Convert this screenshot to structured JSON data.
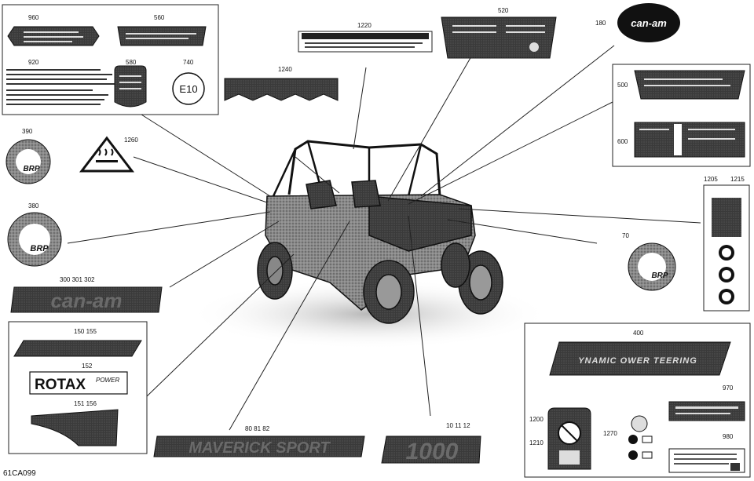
{
  "figure_id": "61CA099",
  "part_numbers": {
    "p960": "960",
    "p560": "560",
    "p920": "920",
    "p580": "580",
    "p740": "740",
    "p1220": "1220",
    "p520": "520",
    "p180": "180",
    "p1240": "1240",
    "p500": "500",
    "p600": "600",
    "p390": "390",
    "p1260": "1260",
    "p380": "380",
    "p1205": "1205",
    "p1215": "1215",
    "p70": "70",
    "p300_302": "300   301   302",
    "p150_155": "150   155",
    "p152": "152",
    "p151_156": "151   156",
    "p400": "400",
    "p970": "970",
    "p1200": "1200",
    "p1210": "1210",
    "p1270": "1270",
    "p980": "980",
    "p80_82": "80    81    82",
    "p10_12": "10    11    12"
  },
  "decal_text": {
    "e10": "E10",
    "can_am_logo": "can-am",
    "can_am_big": "can-am",
    "brp": "BRP",
    "rotax": "ROTAX",
    "power": "POWER",
    "dps": "YNAMIC OWER TEERING",
    "maverick": "MAVERICK SPORT",
    "model": "1000"
  },
  "colors": {
    "ink": "#111111",
    "decal_dark": "#2b2b2b",
    "decal_mid": "#6a6a6a",
    "leader": "#222222"
  }
}
